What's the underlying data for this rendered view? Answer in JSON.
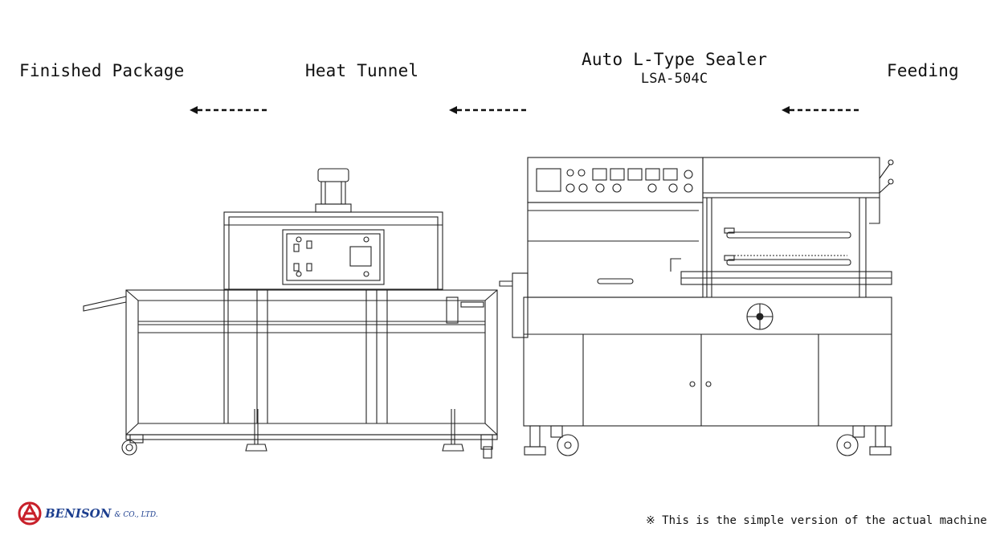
{
  "labels": {
    "finished": "Finished Package",
    "heat_tunnel": "Heat Tunnel",
    "sealer_title": "Auto L-Type Sealer",
    "sealer_model": "LSA-504C",
    "feeding": "Feeding"
  },
  "note": "※ This is the simple version of the actual machine",
  "brand": {
    "name": "BENISON",
    "suffix": "& CO., LTD.",
    "logo_color": "#c8202a",
    "text_color": "#1d3f8f"
  },
  "arrows": {
    "direction": "right-to-left",
    "style": "dashed",
    "count": 3
  }
}
